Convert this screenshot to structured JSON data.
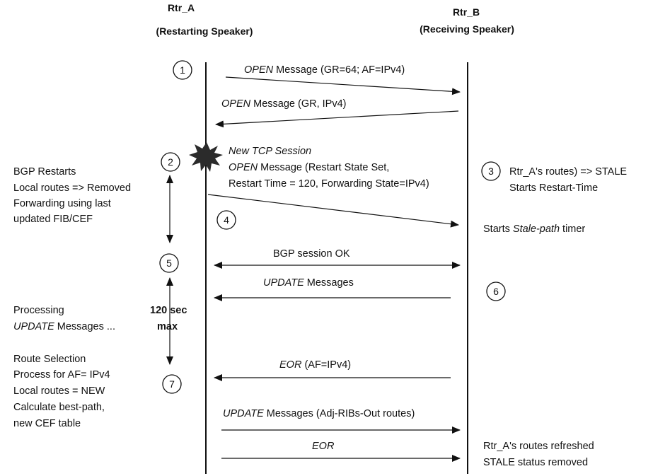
{
  "header": {
    "rtr_a_name": "Rtr_A",
    "rtr_a_role": "(Restarting Speaker)",
    "rtr_b_name": "Rtr_B",
    "rtr_b_role": "(Receiving Speaker)"
  },
  "steps": [
    "1",
    "2",
    "3",
    "4",
    "5",
    "6",
    "7"
  ],
  "messages": {
    "m1_italic": "OPEN",
    "m1_rest": " Message (GR=64; AF=IPv4)",
    "m2_italic": "OPEN",
    "m2_rest": " Message (GR, IPv4)",
    "m3_line1": "New TCP Session",
    "m3_line2_italic": "OPEN",
    "m3_line2_rest": " Message (Restart State Set,",
    "m3_line3": "Restart Time = 120, Forwarding State=IPv4)",
    "m4": "BGP session OK",
    "m5_italic": "UPDATE",
    "m5_rest": " Messages",
    "m6_italic": "EOR",
    "m6_rest": "  (AF=IPv4)",
    "m7_italic": "UPDATE",
    "m7_rest": " Messages (Adj-RIBs-Out  routes)",
    "m8_italic": "EOR"
  },
  "left_notes": {
    "restart": [
      "BGP Restarts",
      "Local routes => Removed",
      "Forwarding using last",
      "updated FIB/CEF"
    ],
    "processing_line1": "Processing",
    "processing_line2_italic": "UPDATE",
    "processing_line2_rest": " Messages ...",
    "timer_value": "120 sec",
    "timer_max": "max",
    "selection": [
      "Route Selection",
      "Process for AF= IPv4",
      "Local routes = NEW",
      "Calculate best-path,",
      "new CEF table"
    ]
  },
  "right_notes": {
    "stale": [
      "Rtr_A's  routes) => STALE",
      "Starts Restart-Time"
    ],
    "stale_timer_prefix": "Starts ",
    "stale_timer_italic": "Stale-path",
    "stale_timer_suffix": " timer",
    "refreshed": [
      "Rtr_A's routes refreshed",
      "STALE status removed"
    ]
  },
  "colors": {
    "ink": "#111111",
    "burst": "#2b2b2b",
    "background": "#ffffff"
  }
}
